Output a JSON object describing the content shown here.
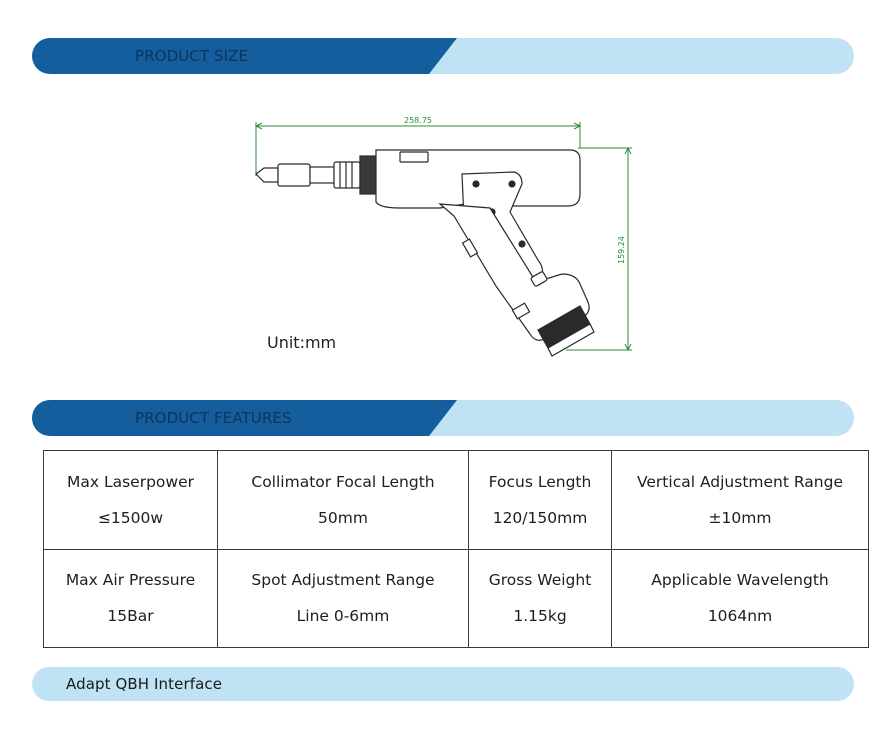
{
  "sections": {
    "product_size": {
      "title": "PRODUCT SIZE"
    },
    "product_features": {
      "title": "PRODUCT FEATURES"
    },
    "qbh": {
      "title": "Adapt QBH Interface"
    }
  },
  "drawing": {
    "width_dimension": "258.75",
    "height_dimension": "159.24",
    "unit": "Unit:mm"
  },
  "features": {
    "rows": [
      [
        {
          "label": "Max Laserpower",
          "value": "≤1500w"
        },
        {
          "label": "Collimator Focal Length",
          "value": "50mm"
        },
        {
          "label": "Focus Length",
          "value": "120/150mm"
        },
        {
          "label": "Vertical Adjustment Range",
          "value": "±10mm"
        }
      ],
      [
        {
          "label": "Max Air Pressure",
          "value": "15Bar"
        },
        {
          "label": "Spot Adjustment Range",
          "value": "Line 0-6mm"
        },
        {
          "label": "Gross Weight",
          "value": "1.15kg"
        },
        {
          "label": "Applicable Wavelength",
          "value": "1064nm"
        }
      ]
    ]
  },
  "colors": {
    "banner_dark": "#155e9d",
    "banner_light": "#bfe3f5",
    "dimension_line": "#2e8b3a"
  }
}
